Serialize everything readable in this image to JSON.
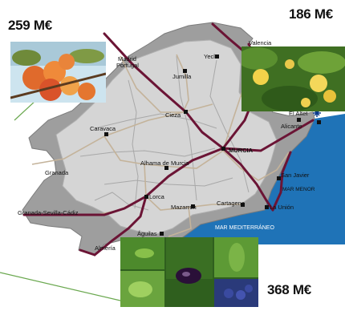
{
  "values": {
    "peach": "259 M€",
    "citrus": "186 M€",
    "vegetables": "368 M€"
  },
  "places": {
    "madrid_portugal_line1": "Madrid",
    "madrid_portugal_line2": "Portugal",
    "valencia": "Valencia",
    "yecla": "Yecla",
    "jumilla": "Jumilla",
    "caravaca": "Caravaca",
    "cieza": "Cieza",
    "murcia": "MURCIA",
    "elaltet": "El Altet",
    "alicante": "Alicante",
    "granada": "Granada",
    "alhama": "Alhama de Murcia",
    "sanjavier": "San Javier",
    "marmenor": "MAR MENOR",
    "lorca": "Lorca",
    "cartagena": "Cartagena",
    "launion": "La Unión",
    "granada_sevilla_cadiz": "Granada-Sevilla-Cádiz",
    "mazarron": "Mazarrón",
    "aguilas": "Águilas",
    "marmediterraneo": "MAR MEDITERRÁNEO",
    "almeria": "Almería"
  },
  "colors": {
    "land": "#9e9e9e",
    "sea": "#1f73b7",
    "main_route": "#6b1435",
    "secondary_road": "#c4b39a",
    "connector_line": "#6aa84f"
  }
}
